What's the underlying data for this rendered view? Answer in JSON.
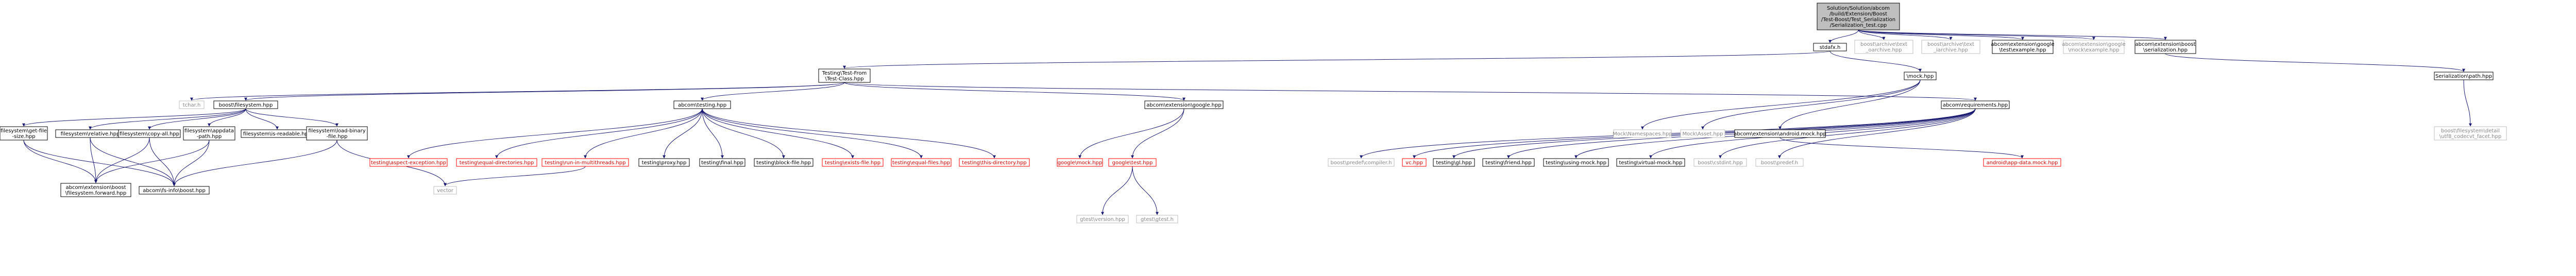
{
  "colors": {
    "edge": "#191970",
    "normal_border": "#000000",
    "normal_text": "#000000",
    "ext_border": "#bfbfbf",
    "ext_text": "#888888",
    "missing_border": "#ff0000",
    "missing_text": "#cc0000",
    "root_fill": "#bfbfbf"
  },
  "nodes": [
    {
      "id": "root",
      "style": "root",
      "lines": [
        "Solution/Solution/abcom",
        "/build/Extension/Boost",
        "/Test-Boost/Test_Serialization",
        "/Serialization_test.cpp"
      ]
    },
    {
      "id": "stdafx",
      "style": "normal",
      "lines": [
        "stdafx.h"
      ]
    },
    {
      "id": "boost_archive_text_oarchive",
      "style": "ext",
      "lines": [
        "boost\\archive\\text",
        "_oarchive.hpp"
      ]
    },
    {
      "id": "boost_archive_text_iarchive",
      "style": "ext",
      "lines": [
        "boost\\archive\\text",
        "_iarchive.hpp"
      ]
    },
    {
      "id": "abcom_ext_google_testexample",
      "style": "normal",
      "lines": [
        "abcom\\extension\\google",
        "\\test\\example.hpp"
      ]
    },
    {
      "id": "abcom_ext_google_mockexample",
      "style": "ext",
      "lines": [
        "abcom\\extension\\google",
        "\\mock\\example.hpp"
      ]
    },
    {
      "id": "abcom_ext_boost_serialization",
      "style": "normal",
      "lines": [
        "abcom\\extension\\boost",
        "\\serialization.hpp"
      ]
    },
    {
      "id": "testing_test_from",
      "style": "normal",
      "lines": [
        "Testing\\Test-From",
        "\\Test-Class.hpp"
      ]
    },
    {
      "id": "mock_hpp",
      "style": "normal",
      "lines": [
        "\\mock.hpp"
      ]
    },
    {
      "id": "serialization_path",
      "style": "normal",
      "lines": [
        "Serialization\\path.hpp"
      ]
    },
    {
      "id": "tchar",
      "style": "ext",
      "lines": [
        "tchar.h"
      ]
    },
    {
      "id": "boost_filesystem",
      "style": "normal",
      "lines": [
        "boost\\filesystem.hpp"
      ]
    },
    {
      "id": "abcom_testing",
      "style": "normal",
      "lines": [
        "abcom\\testing.hpp"
      ]
    },
    {
      "id": "abcom_ext_google",
      "style": "normal",
      "lines": [
        "abcom\\extension\\google.hpp"
      ]
    },
    {
      "id": "abcom_requirements",
      "style": "normal",
      "lines": [
        "abcom\\requirements.hpp"
      ]
    },
    {
      "id": "mock_namespaces",
      "style": "ext",
      "lines": [
        "Mock\\Namespaces.hpp"
      ]
    },
    {
      "id": "mock_asset",
      "style": "ext",
      "lines": [
        "Mock\\Asset.hpp"
      ]
    },
    {
      "id": "abcom_ext_android_mock",
      "style": "normal",
      "lines": [
        "abcom\\extension\\android.mock.hpp"
      ]
    },
    {
      "id": "boost_filesystem_detail_utf8",
      "style": "ext",
      "lines": [
        "boost\\filesystem\\detail",
        "\\utf8_codecvt_facet.hpp"
      ]
    },
    {
      "id": "fs_get_file_size",
      "style": "normal",
      "lines": [
        "filesystem\\get-file",
        "-size.hpp"
      ]
    },
    {
      "id": "fs_relative",
      "style": "normal",
      "lines": [
        "filesystem\\relative.hpp"
      ]
    },
    {
      "id": "fs_copy_all",
      "style": "normal",
      "lines": [
        "filesystem\\copy-all.hpp"
      ]
    },
    {
      "id": "fs_appdata_path",
      "style": "normal",
      "lines": [
        "filesystem\\appdata",
        "-path.hpp"
      ]
    },
    {
      "id": "fs_is_readable",
      "style": "normal",
      "lines": [
        "filesystem\\is-readable.hpp"
      ]
    },
    {
      "id": "fs_load_binary",
      "style": "normal",
      "lines": [
        "filesystem\\load-binary",
        "-file.hpp"
      ]
    },
    {
      "id": "t_aspect_exception",
      "style": "missing",
      "lines": [
        "testing\\aspect-exception.hpp"
      ]
    },
    {
      "id": "t_equal_directories",
      "style": "missing",
      "lines": [
        "testing\\equal-directories.hpp"
      ]
    },
    {
      "id": "t_run_in_multithreads",
      "style": "missing",
      "lines": [
        "testing\\run-in-multithreads.hpp"
      ]
    },
    {
      "id": "t_proxy",
      "style": "normal",
      "lines": [
        "testing\\proxy.hpp"
      ]
    },
    {
      "id": "t_final",
      "style": "normal",
      "lines": [
        "testing\\final.hpp"
      ]
    },
    {
      "id": "t_block_file",
      "style": "normal",
      "lines": [
        "testing\\block-file.hpp"
      ]
    },
    {
      "id": "t_exists_file",
      "style": "missing",
      "lines": [
        "testing\\exists-file.hpp"
      ]
    },
    {
      "id": "t_equal_files",
      "style": "missing",
      "lines": [
        "testing\\equal-files.hpp"
      ]
    },
    {
      "id": "t_this_directory",
      "style": "missing",
      "lines": [
        "testing\\this-directory.hpp"
      ]
    },
    {
      "id": "google_mock",
      "style": "missing",
      "lines": [
        "google\\mock.hpp"
      ]
    },
    {
      "id": "google_test",
      "style": "missing",
      "lines": [
        "google\\test.hpp"
      ]
    },
    {
      "id": "boost_predef_compiler",
      "style": "ext",
      "lines": [
        "boost\\predef\\compiler.h"
      ]
    },
    {
      "id": "vc_hpp",
      "style": "missing",
      "lines": [
        "vc.hpp"
      ]
    },
    {
      "id": "testing_gl",
      "style": "normal",
      "lines": [
        "testing\\gl.hpp"
      ]
    },
    {
      "id": "testing_friend",
      "style": "normal",
      "lines": [
        "testing\\friend.hpp"
      ]
    },
    {
      "id": "testing_using_mock",
      "style": "normal",
      "lines": [
        "testing\\using-mock.hpp"
      ]
    },
    {
      "id": "testing_virtual_mock",
      "style": "normal",
      "lines": [
        "testing\\virtual-mock.hpp"
      ]
    },
    {
      "id": "boost_cstdint",
      "style": "ext",
      "lines": [
        "boost\\cstdint.hpp"
      ]
    },
    {
      "id": "boost_predef",
      "style": "ext",
      "lines": [
        "boost\\predef.h"
      ]
    },
    {
      "id": "android_app_data_mock",
      "style": "missing",
      "lines": [
        "android\\app-data.mock.hpp"
      ]
    },
    {
      "id": "abcom_ext_boost_fs_forward",
      "style": "normal",
      "lines": [
        "abcom\\extension\\boost",
        "\\filesystem.forward.hpp"
      ]
    },
    {
      "id": "abcom_fs_info_boost",
      "style": "normal",
      "lines": [
        "abcom\\fs-info\\boost.hpp"
      ]
    },
    {
      "id": "vector",
      "style": "ext",
      "lines": [
        "vector"
      ]
    },
    {
      "id": "gtest_version",
      "style": "ext",
      "lines": [
        "gtest\\version.hpp"
      ]
    },
    {
      "id": "gtest_gtest",
      "style": "ext",
      "lines": [
        "gtest\\gtest.h"
      ]
    }
  ],
  "edges": [
    [
      "root",
      "stdafx"
    ],
    [
      "root",
      "boost_archive_text_oarchive"
    ],
    [
      "root",
      "boost_archive_text_iarchive"
    ],
    [
      "root",
      "abcom_ext_google_testexample"
    ],
    [
      "root",
      "abcom_ext_google_mockexample"
    ],
    [
      "root",
      "abcom_ext_boost_serialization"
    ],
    [
      "stdafx",
      "testing_test_from"
    ],
    [
      "stdafx",
      "mock_hpp"
    ],
    [
      "abcom_ext_boost_serialization",
      "serialization_path"
    ],
    [
      "serialization_path",
      "boost_filesystem_detail_utf8"
    ],
    [
      "testing_test_from",
      "tchar"
    ],
    [
      "testing_test_from",
      "boost_filesystem"
    ],
    [
      "testing_test_from",
      "abcom_testing"
    ],
    [
      "testing_test_from",
      "abcom_ext_google"
    ],
    [
      "testing_test_from",
      "abcom_requirements"
    ],
    [
      "mock_hpp",
      "mock_namespaces"
    ],
    [
      "mock_hpp",
      "mock_asset"
    ],
    [
      "mock_hpp",
      "abcom_ext_android_mock"
    ],
    [
      "abcom_ext_android_mock",
      "android_app_data_mock"
    ],
    [
      "boost_filesystem",
      "fs_get_file_size"
    ],
    [
      "boost_filesystem",
      "fs_relative"
    ],
    [
      "boost_filesystem",
      "fs_copy_all"
    ],
    [
      "boost_filesystem",
      "fs_appdata_path"
    ],
    [
      "boost_filesystem",
      "fs_is_readable"
    ],
    [
      "boost_filesystem",
      "fs_load_binary"
    ],
    [
      "fs_get_file_size",
      "abcom_ext_boost_fs_forward"
    ],
    [
      "fs_get_file_size",
      "abcom_fs_info_boost"
    ],
    [
      "fs_relative",
      "abcom_ext_boost_fs_forward"
    ],
    [
      "fs_relative",
      "abcom_fs_info_boost"
    ],
    [
      "fs_copy_all",
      "abcom_ext_boost_fs_forward"
    ],
    [
      "fs_copy_all",
      "abcom_fs_info_boost"
    ],
    [
      "fs_appdata_path",
      "abcom_ext_boost_fs_forward"
    ],
    [
      "fs_appdata_path",
      "abcom_fs_info_boost"
    ],
    [
      "fs_load_binary",
      "abcom_fs_info_boost"
    ],
    [
      "fs_load_binary",
      "vector"
    ],
    [
      "abcom_testing",
      "t_aspect_exception"
    ],
    [
      "abcom_testing",
      "t_equal_directories"
    ],
    [
      "abcom_testing",
      "t_run_in_multithreads"
    ],
    [
      "abcom_testing",
      "t_proxy"
    ],
    [
      "abcom_testing",
      "t_final"
    ],
    [
      "abcom_testing",
      "t_block_file"
    ],
    [
      "abcom_testing",
      "t_exists_file"
    ],
    [
      "abcom_testing",
      "t_equal_files"
    ],
    [
      "abcom_testing",
      "t_this_directory"
    ],
    [
      "t_run_in_multithreads",
      "vector"
    ],
    [
      "abcom_ext_google",
      "google_mock"
    ],
    [
      "abcom_ext_google",
      "google_test"
    ],
    [
      "google_test",
      "gtest_version"
    ],
    [
      "google_test",
      "gtest_gtest"
    ],
    [
      "abcom_requirements",
      "boost_predef_compiler"
    ],
    [
      "abcom_requirements",
      "vc_hpp"
    ],
    [
      "abcom_requirements",
      "testing_gl"
    ],
    [
      "abcom_requirements",
      "testing_friend"
    ],
    [
      "abcom_requirements",
      "testing_using_mock"
    ],
    [
      "abcom_requirements",
      "testing_virtual_mock"
    ],
    [
      "abcom_requirements",
      "boost_cstdint"
    ],
    [
      "abcom_requirements",
      "boost_predef"
    ]
  ]
}
